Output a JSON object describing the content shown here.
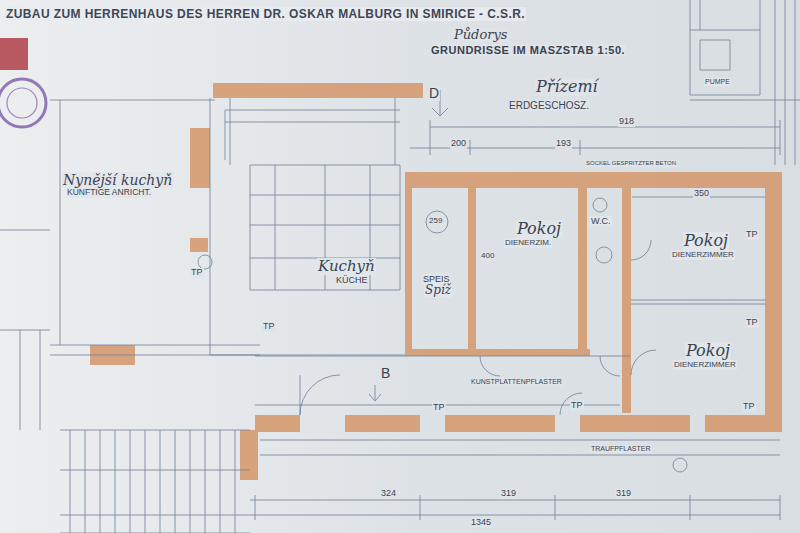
{
  "diagram": {
    "title": "ZUBAU ZUM HERRENHAUS DES HERREN DR. OSKAR MALBURG IN SMIRICE - C.S.R.",
    "nodes": [
      {
        "text": [
          "Nynější kuchyň",
          "KÜNFTIGE ANRICHT."
        ]
      },
      {
        "text": [
          "Kuchyň",
          "KÜCHE"
        ]
      },
      {
        "text": [
          "SPEIS",
          "Spíž"
        ]
      },
      {
        "text": [
          "Pokoj",
          "DIENERZIM."
        ]
      },
      {
        "text": [
          "W.C."
        ]
      },
      {
        "text": [
          "Pokoj",
          "DIENERZIMMER"
        ]
      },
      {
        "text": [
          "Pokoj",
          "DIENERZIMMER"
        ]
      },
      {
        "text": [
          "PUMPE"
        ]
      }
    ],
    "labels": [
      "Půdorys",
      "GRUNDRISSE IM MASZSTAB 1:50.",
      "Přízemí",
      "ERDGESCHOSZ.",
      "918",
      "200",
      "193",
      "350",
      "400",
      "D",
      "B",
      "TP",
      "TP",
      "TP",
      "TP",
      "TP",
      "TP",
      "KUNSTPLATTENPFLASTER",
      "SOCKEL GESPRITZTER BETON",
      "TRAUFPFLASTER",
      "324",
      "319",
      "319",
      "1345",
      "259",
      "TP"
    ]
  }
}
